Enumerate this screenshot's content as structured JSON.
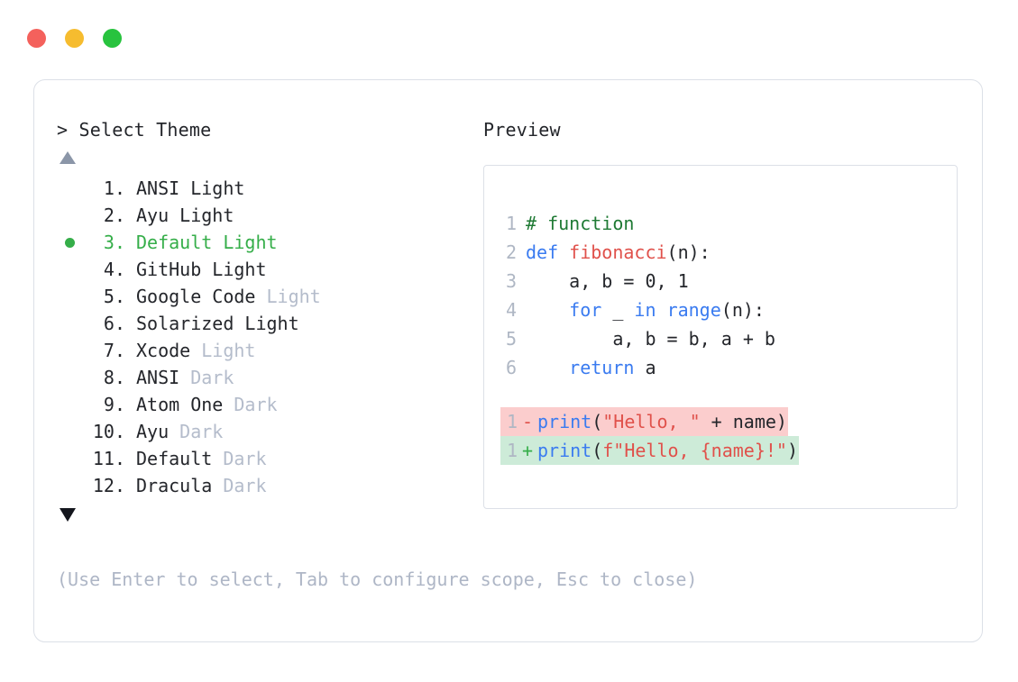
{
  "window": {
    "dots": [
      {
        "name": "close",
        "color": "#F4615C"
      },
      {
        "name": "minimize",
        "color": "#F6BC2F"
      },
      {
        "name": "zoom",
        "color": "#28C33E"
      }
    ]
  },
  "prompt": {
    "title": "> Select Theme",
    "scroll_up_indicator": "▲",
    "scroll_down_indicator": "▼",
    "footer_hint": "(Use Enter to select, Tab to configure scope, Esc to close)",
    "selected_index": 3,
    "selection_bullet": "●",
    "accent_color": "#35AE49",
    "muted_color": "#B4BCCB",
    "items": [
      {
        "index": "1.",
        "name": "ANSI",
        "variant": "Light",
        "variant_muted": false,
        "selected": false
      },
      {
        "index": "2.",
        "name": "Ayu",
        "variant": "Light",
        "variant_muted": false,
        "selected": false
      },
      {
        "index": "3.",
        "name": "Default",
        "variant": "Light",
        "variant_muted": false,
        "selected": true
      },
      {
        "index": "4.",
        "name": "GitHub",
        "variant": "Light",
        "variant_muted": false,
        "selected": false
      },
      {
        "index": "5.",
        "name": "Google Code",
        "variant": "Light",
        "variant_muted": true,
        "selected": false
      },
      {
        "index": "6.",
        "name": "Solarized",
        "variant": "Light",
        "variant_muted": false,
        "selected": false
      },
      {
        "index": "7.",
        "name": "Xcode",
        "variant": "Light",
        "variant_muted": true,
        "selected": false
      },
      {
        "index": "8.",
        "name": "ANSI",
        "variant": "Dark",
        "variant_muted": true,
        "selected": false
      },
      {
        "index": "9.",
        "name": "Atom One",
        "variant": "Dark",
        "variant_muted": true,
        "selected": false
      },
      {
        "index": "10.",
        "name": "Ayu",
        "variant": "Dark",
        "variant_muted": true,
        "selected": false
      },
      {
        "index": "11.",
        "name": "Default",
        "variant": "Dark",
        "variant_muted": true,
        "selected": false
      },
      {
        "index": "12.",
        "name": "Dracula",
        "variant": "Dark",
        "variant_muted": true,
        "selected": false
      }
    ]
  },
  "preview": {
    "title": "Preview",
    "code_lines": [
      {
        "num": "1",
        "tokens": [
          {
            "t": "# function",
            "c": "comment"
          }
        ]
      },
      {
        "num": "2",
        "tokens": [
          {
            "t": "def ",
            "c": "keyword"
          },
          {
            "t": "fibonacci",
            "c": "func"
          },
          {
            "t": "(n):",
            "c": "plain"
          }
        ]
      },
      {
        "num": "3",
        "tokens": [
          {
            "t": "    a, b = 0, 1",
            "c": "plain"
          }
        ]
      },
      {
        "num": "4",
        "tokens": [
          {
            "t": "    ",
            "c": "plain"
          },
          {
            "t": "for",
            "c": "keyword"
          },
          {
            "t": " _ ",
            "c": "plain"
          },
          {
            "t": "in",
            "c": "keyword"
          },
          {
            "t": " ",
            "c": "plain"
          },
          {
            "t": "range",
            "c": "builtin"
          },
          {
            "t": "(n):",
            "c": "plain"
          }
        ]
      },
      {
        "num": "5",
        "tokens": [
          {
            "t": "        a, b = b, a + b",
            "c": "plain"
          }
        ]
      },
      {
        "num": "6",
        "tokens": [
          {
            "t": "    ",
            "c": "plain"
          },
          {
            "t": "return",
            "c": "keyword"
          },
          {
            "t": " a",
            "c": "plain"
          }
        ]
      }
    ],
    "diff_lines": [
      {
        "num": "1",
        "sign": "-",
        "kind": "del",
        "bg": "#FBCDCD",
        "tokens": [
          {
            "t": "print",
            "c": "builtin"
          },
          {
            "t": "(",
            "c": "plain"
          },
          {
            "t": "\"Hello, \"",
            "c": "string"
          },
          {
            "t": " + name)",
            "c": "plain"
          }
        ]
      },
      {
        "num": "1",
        "sign": "+",
        "kind": "add",
        "bg": "#CDEBD8",
        "tokens": [
          {
            "t": "print",
            "c": "builtin"
          },
          {
            "t": "(",
            "c": "plain"
          },
          {
            "t": "f\"Hello, {name}!\"",
            "c": "string"
          },
          {
            "t": ")",
            "c": "plain"
          }
        ]
      }
    ]
  }
}
